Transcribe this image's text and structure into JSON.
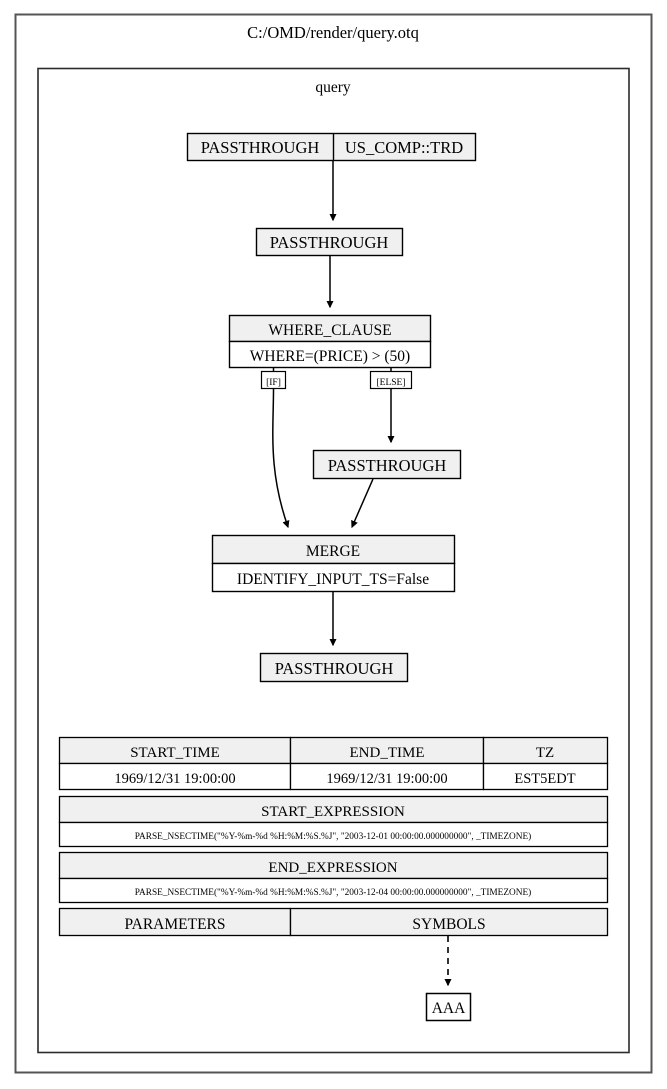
{
  "document": {
    "title": "C:/OMD/render/query.otq",
    "cluster_label": "query"
  },
  "colors": {
    "outer_border": "#555555",
    "cluster_border": "#2b2b2b",
    "node_border": "#000000",
    "node_fill_header": "#f0f0f0",
    "node_fill_body": "#ffffff",
    "edge": "#000000",
    "page_background": "#ffffff",
    "text": "#000000"
  },
  "graph": {
    "nodes": [
      {
        "id": "n1",
        "label": "PASSTHROUGH",
        "label2": "US_COMP::TRD",
        "kind": "split-record"
      },
      {
        "id": "n2",
        "label": "PASSTHROUGH",
        "kind": "simple"
      },
      {
        "id": "n3",
        "header": "WHERE_CLAUSE",
        "body": "WHERE=(PRICE) > (50)",
        "kind": "record"
      },
      {
        "id": "n4",
        "label": "PASSTHROUGH",
        "kind": "simple"
      },
      {
        "id": "n5",
        "header": "MERGE",
        "body": "IDENTIFY_INPUT_TS=False",
        "kind": "record"
      },
      {
        "id": "n6",
        "label": "PASSTHROUGH",
        "kind": "simple"
      },
      {
        "id": "n7",
        "label": "AAA",
        "kind": "simple"
      }
    ],
    "edges": [
      {
        "from": "n1",
        "to": "n2",
        "label": "",
        "style": "solid"
      },
      {
        "from": "n2",
        "to": "n3",
        "label": "",
        "style": "solid"
      },
      {
        "from": "n3",
        "to": "n5",
        "label": "[IF]",
        "style": "solid"
      },
      {
        "from": "n3",
        "to": "n4",
        "label": "[ELSE]",
        "style": "solid"
      },
      {
        "from": "n4",
        "to": "n5",
        "label": "",
        "style": "solid"
      },
      {
        "from": "n5",
        "to": "n6",
        "label": "",
        "style": "solid"
      },
      {
        "from": "symbols-cell",
        "to": "n7",
        "label": "",
        "style": "dashed"
      }
    ],
    "edge_labels": {
      "if": "[IF]",
      "else": "[ELSE]"
    }
  },
  "params_table": {
    "headers_row1": [
      "START_TIME",
      "END_TIME",
      "TZ"
    ],
    "values_row1": [
      "1969/12/31 19:00:00",
      "1969/12/31 19:00:00",
      "EST5EDT"
    ],
    "start_expression_header": "START_EXPRESSION",
    "start_expression_value": "PARSE_NSECTIME(\"%Y-%m-%d %H:%M:%S.%J\", \"2003-12-01 00:00:00.000000000\", _TIMEZONE)",
    "end_expression_header": "END_EXPRESSION",
    "end_expression_value": "PARSE_NSECTIME(\"%Y-%m-%d %H:%M:%S.%J\", \"2003-12-04 00:00:00.000000000\", _TIMEZONE)",
    "parameters_header": "PARAMETERS",
    "symbols_header": "SYMBOLS"
  }
}
